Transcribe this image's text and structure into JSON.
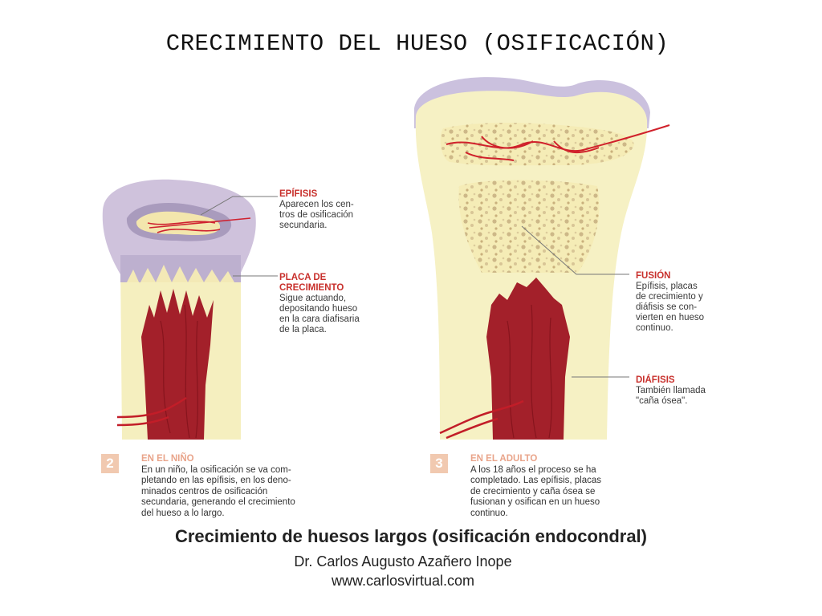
{
  "title": "CRECIMIENTO DEL HUESO (OSIFICACIÓN)",
  "labels": {
    "epifisis": {
      "heading": "EPÍFISIS",
      "text": "Aparecen los cen-\ntros de osificación\nsecundaria."
    },
    "placa": {
      "heading": "PLACA DE\nCRECIMIENTO",
      "text": "Sigue actuando,\ndepositando hueso\nen la cara diafisaria\nde la placa."
    },
    "fusion": {
      "heading": "FUSIÓN",
      "text": "Epífisis, placas\nde crecimiento y\ndiáfisis se con-\nvierten en hueso\ncontinuo."
    },
    "diafisis": {
      "heading": "DIÁFISIS",
      "text": "También llamada\n\"caña ósea\"."
    }
  },
  "steps": [
    {
      "number": "2",
      "heading": "EN EL NIÑO",
      "text": "En un niño, la osificación se va com-\npletando en las epífisis, en los deno-\nminados centros de osificación\nsecundaria, generando el crecimiento\ndel hueso a lo largo."
    },
    {
      "number": "3",
      "heading": "EN EL ADULTO",
      "text": "A los 18 años el proceso se ha\ncompletado. Las epífisis, placas\nde crecimiento y caña ósea se\nfusionan y osifican en un hueso\ncontinuo."
    }
  ],
  "caption": {
    "main": "Crecimiento de huesos largos (osificación endocondral)",
    "author": "Dr. Carlos Augusto Azañero Inope",
    "website": "www.carlosvirtual.com"
  },
  "colors": {
    "cartilage": "#cdbfd9",
    "bone": "#f6f0c0",
    "marrow": "#a3202a",
    "vessel": "#d0212b",
    "heading_red": "#c8302c"
  }
}
